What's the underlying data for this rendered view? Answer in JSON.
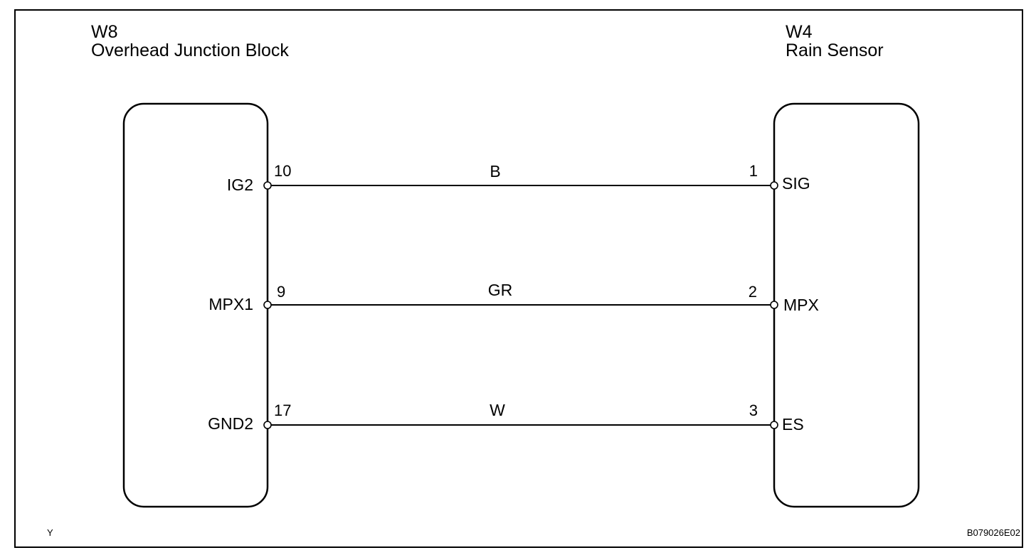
{
  "left_component": {
    "code": "W8",
    "name": "Overhead Junction Block",
    "pins": [
      {
        "name": "IG2",
        "number": "10"
      },
      {
        "name": "MPX1",
        "number": "9"
      },
      {
        "name": "GND2",
        "number": "17"
      }
    ]
  },
  "right_component": {
    "code": "W4",
    "name": "Rain Sensor",
    "pins": [
      {
        "name": "SIG",
        "number": "1"
      },
      {
        "name": "MPX",
        "number": "2"
      },
      {
        "name": "ES",
        "number": "3"
      }
    ]
  },
  "wires": [
    {
      "color_code": "B"
    },
    {
      "color_code": "GR"
    },
    {
      "color_code": "W"
    }
  ],
  "footer": {
    "left_mark": "Y",
    "figure_id": "B079026E02"
  }
}
